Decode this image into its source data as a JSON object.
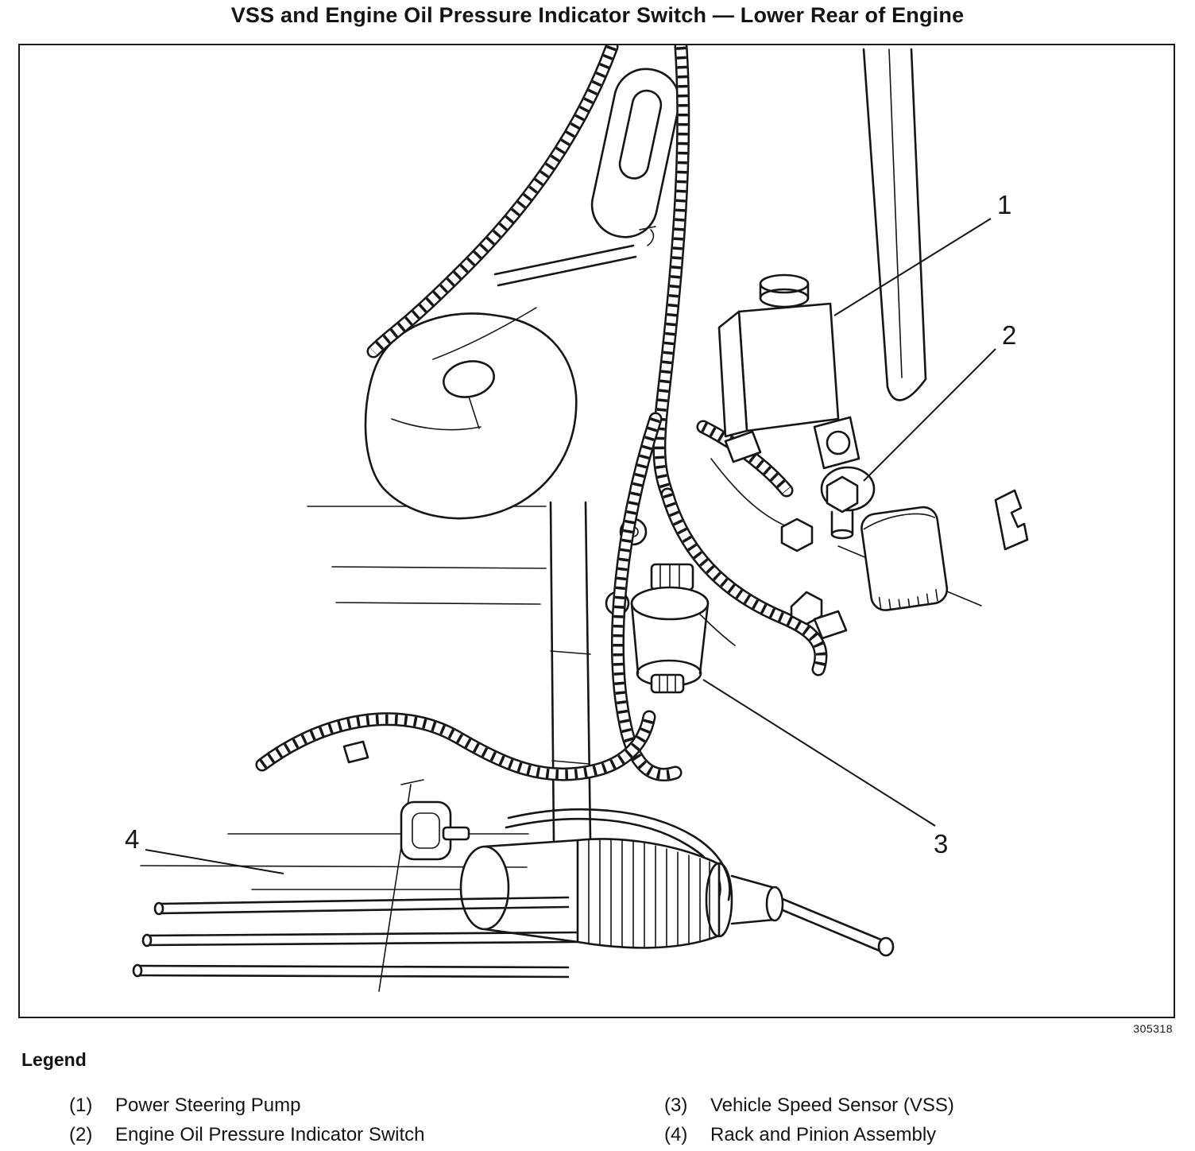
{
  "title": "VSS and Engine Oil Pressure Indicator Switch — Lower Rear of Engine",
  "figure_number": "305318",
  "callouts": [
    {
      "label": "1"
    },
    {
      "label": "2"
    },
    {
      "label": "3"
    },
    {
      "label": "4"
    }
  ],
  "legend": {
    "heading": "Legend",
    "items": [
      {
        "num": "(1)",
        "label": "Power Steering Pump"
      },
      {
        "num": "(2)",
        "label": "Engine Oil Pressure Indicator Switch"
      },
      {
        "num": "(3)",
        "label": "Vehicle Speed Sensor (VSS)"
      },
      {
        "num": "(4)",
        "label": "Rack and Pinion Assembly"
      }
    ]
  },
  "colors": {
    "ink": "#161616",
    "paper": "#ffffff"
  }
}
